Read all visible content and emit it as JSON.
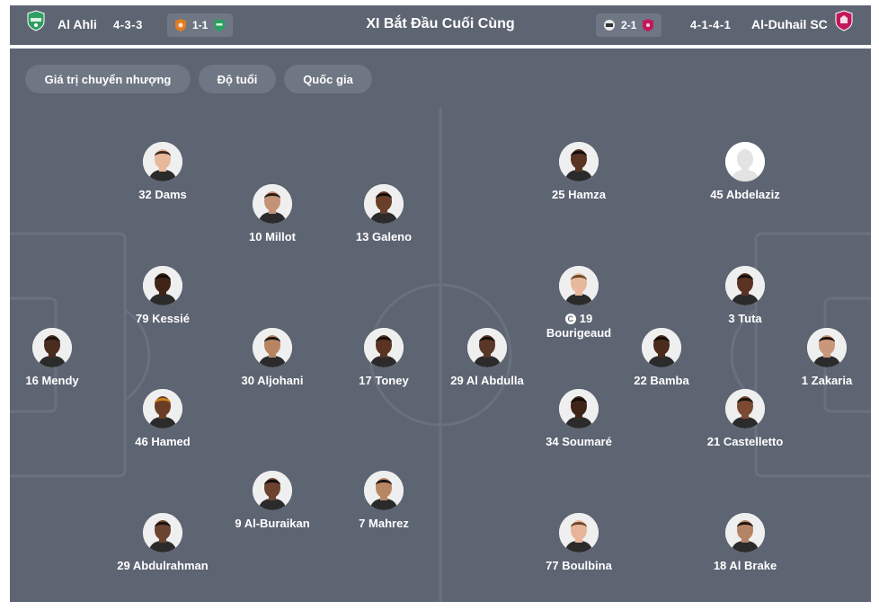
{
  "header": {
    "home": {
      "name": "Al Ahli",
      "formation": "4-3-3",
      "form_score": "1-1",
      "crest_icon": "al-ahli-crest-icon",
      "color": "#2f9e62"
    },
    "title": "XI Bắt Đầu Cuối Cùng",
    "away": {
      "name": "Al-Duhail SC",
      "formation": "4-1-4-1",
      "form_score": "2-1",
      "crest_icon": "al-duhail-crest-icon",
      "color": "#c2185b"
    }
  },
  "filters": [
    "Giá trị chuyển nhượng",
    "Độ tuổi",
    "Quốc gia"
  ],
  "home_players": [
    {
      "number": "16",
      "name": "Mendy",
      "skin": "#4a2d1f",
      "hair": "#1b1410"
    },
    {
      "number": "32",
      "name": "Dams",
      "skin": "#e8b89b",
      "hair": "#3a2a1d"
    },
    {
      "number": "79",
      "name": "Kessié",
      "skin": "#3f2417",
      "hair": "#140d09"
    },
    {
      "number": "46",
      "name": "Hamed",
      "skin": "#6b3d25",
      "hair": "#c9821b"
    },
    {
      "number": "29",
      "name": "Abdulrahman",
      "skin": "#6b4330",
      "hair": "#1b1410"
    },
    {
      "number": "10",
      "name": "Millot",
      "skin": "#c49276",
      "hair": "#2a1c14"
    },
    {
      "number": "30",
      "name": "Aljohani",
      "skin": "#b78462",
      "hair": "#1b1410"
    },
    {
      "number": "9",
      "name": "Al-Buraikan",
      "skin": "#6d4330",
      "hair": "#140d09"
    },
    {
      "number": "13",
      "name": "Galeno",
      "skin": "#6a3f29",
      "hair": "#140d09"
    },
    {
      "number": "17",
      "name": "Toney",
      "skin": "#5a3322",
      "hair": "#140d09"
    },
    {
      "number": "7",
      "name": "Mahrez",
      "skin": "#b88664",
      "hair": "#1b1410"
    }
  ],
  "away_players": [
    {
      "number": "29",
      "name": "Al Abdulla",
      "skin": "#5a3726",
      "hair": "#140d09",
      "captain": false
    },
    {
      "number": "25",
      "name": "Hamza",
      "skin": "#5a3322",
      "hair": "#140d09",
      "captain": false
    },
    {
      "number": "45",
      "name": "Abdelaziz",
      "skin": "#ffffff",
      "hair": "#e3e3e3",
      "placeholder": true,
      "captain": false
    },
    {
      "number": "19",
      "name": "Bourigeaud",
      "skin": "#e7b89c",
      "hair": "#6b4a2a",
      "captain": true
    },
    {
      "number": "3",
      "name": "Tuta",
      "skin": "#5a3322",
      "hair": "#140d09",
      "captain": false
    },
    {
      "number": "22",
      "name": "Bamba",
      "skin": "#4a2b1c",
      "hair": "#140d09",
      "captain": false
    },
    {
      "number": "1",
      "name": "Zakaria",
      "skin": "#c9977a",
      "hair": "#1b1410",
      "captain": false
    },
    {
      "number": "34",
      "name": "Soumaré",
      "skin": "#3f2417",
      "hair": "#140d09",
      "captain": false
    },
    {
      "number": "21",
      "name": "Castelletto",
      "skin": "#7a4a33",
      "hair": "#1b1410",
      "captain": false
    },
    {
      "number": "77",
      "name": "Boulbina",
      "skin": "#e7b49a",
      "hair": "#6b4a2a",
      "captain": false
    },
    {
      "number": "18",
      "name": "Al Brake",
      "skin": "#b48466",
      "hair": "#1b1410",
      "captain": false
    }
  ]
}
